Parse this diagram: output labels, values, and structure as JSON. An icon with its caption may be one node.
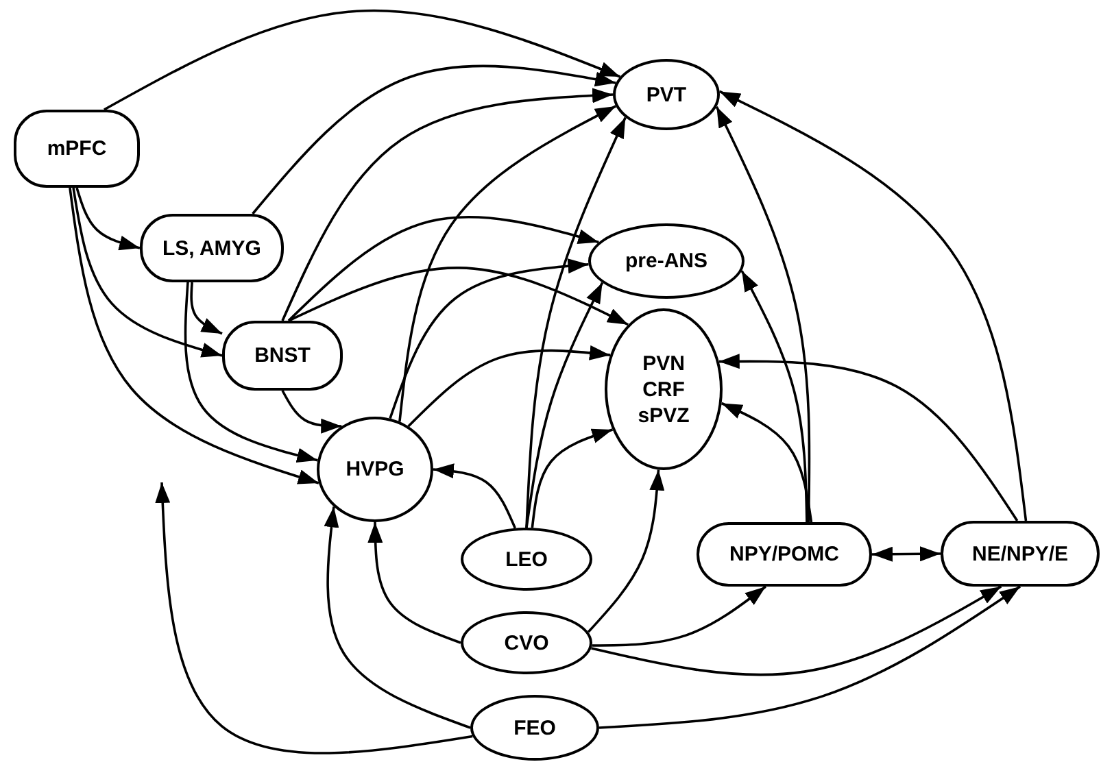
{
  "diagram": {
    "nodes": [
      {
        "text": [
          "mPFC"
        ]
      },
      {
        "text": [
          "LS, AMYG"
        ]
      },
      {
        "text": [
          "BNST"
        ]
      },
      {
        "text": [
          "PVT"
        ]
      },
      {
        "text": [
          "pre-ANS"
        ]
      },
      {
        "text": [
          "PVN",
          "CRF",
          "sPVZ"
        ]
      },
      {
        "text": [
          "HVPG"
        ]
      },
      {
        "text": [
          "LEO"
        ]
      },
      {
        "text": [
          "NPY/POMC"
        ]
      },
      {
        "text": [
          "NE/NPY/E"
        ]
      },
      {
        "text": [
          "CVO"
        ]
      },
      {
        "text": [
          "FEO"
        ]
      }
    ],
    "edges": [
      {
        "from": 0,
        "to": 3,
        "arrow": "to"
      },
      {
        "from": 1,
        "to": 3,
        "arrow": "to"
      },
      {
        "from": 2,
        "to": 3,
        "arrow": "to"
      },
      {
        "from": 6,
        "to": 3,
        "arrow": "to"
      },
      {
        "from": 7,
        "to": 3,
        "arrow": "to"
      },
      {
        "from": 8,
        "to": 3,
        "arrow": "to"
      },
      {
        "from": 9,
        "to": 3,
        "arrow": "to"
      },
      {
        "from": 0,
        "to": 1,
        "arrow": "to"
      },
      {
        "from": 0,
        "to": 2,
        "arrow": "to"
      },
      {
        "from": 0,
        "to": 6,
        "arrow": "to"
      },
      {
        "from": 1,
        "to": 2,
        "arrow": "to"
      },
      {
        "from": 1,
        "to": 6,
        "arrow": "to"
      },
      {
        "from": 2,
        "to": 6,
        "arrow": "to"
      },
      {
        "from": 2,
        "to": 4,
        "arrow": "to"
      },
      {
        "from": 2,
        "to": 5,
        "arrow": "to"
      },
      {
        "from": 6,
        "to": 4,
        "arrow": "to"
      },
      {
        "from": 6,
        "to": 5,
        "arrow": "to"
      },
      {
        "from": 7,
        "to": 6,
        "arrow": "to"
      },
      {
        "from": 7,
        "to": 4,
        "arrow": "to"
      },
      {
        "from": 7,
        "to": 5,
        "arrow": "to"
      },
      {
        "from": 10,
        "to": 6,
        "arrow": "to"
      },
      {
        "from": 10,
        "to": 5,
        "arrow": "to"
      },
      {
        "from": 10,
        "to": 8,
        "arrow": "to"
      },
      {
        "from": 10,
        "to": 9,
        "arrow": "to"
      },
      {
        "from": 11,
        "to": 6,
        "arrow": "to"
      },
      {
        "from": 11,
        "to": null,
        "arrow": "to"
      },
      {
        "from": 11,
        "to": 9,
        "arrow": "to"
      },
      {
        "from": 8,
        "to": 5,
        "arrow": "to"
      },
      {
        "from": 8,
        "to": 4,
        "arrow": "to"
      },
      {
        "from": 8,
        "to": 9,
        "arrow": "both"
      },
      {
        "from": 9,
        "to": 5,
        "arrow": "to"
      }
    ]
  }
}
